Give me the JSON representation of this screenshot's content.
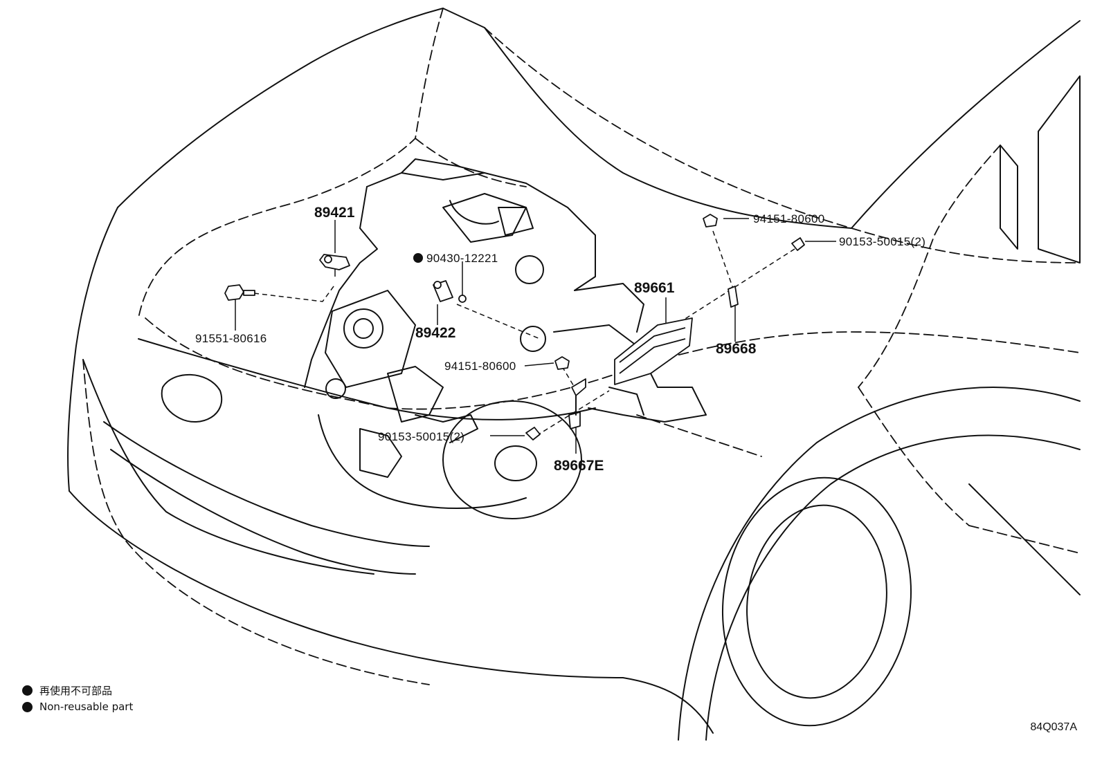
{
  "labels": {
    "p89421": "89421",
    "p90430": "90430-12221",
    "p91551": "91551-80616",
    "p89422": "89422",
    "p94151_top": "94151-80600",
    "p90153_top": "90153-50015(2)",
    "p89661": "89661",
    "p89668": "89668",
    "p94151_mid": "94151-80600",
    "p90153_bot": "90153-50015(2)",
    "p89667E": "89667E"
  },
  "legend": {
    "line1": "再使用不可部品",
    "line2": "Non-reusable part"
  },
  "reference_code": "84Q037A",
  "non_reusable_marker_color": "#111111"
}
